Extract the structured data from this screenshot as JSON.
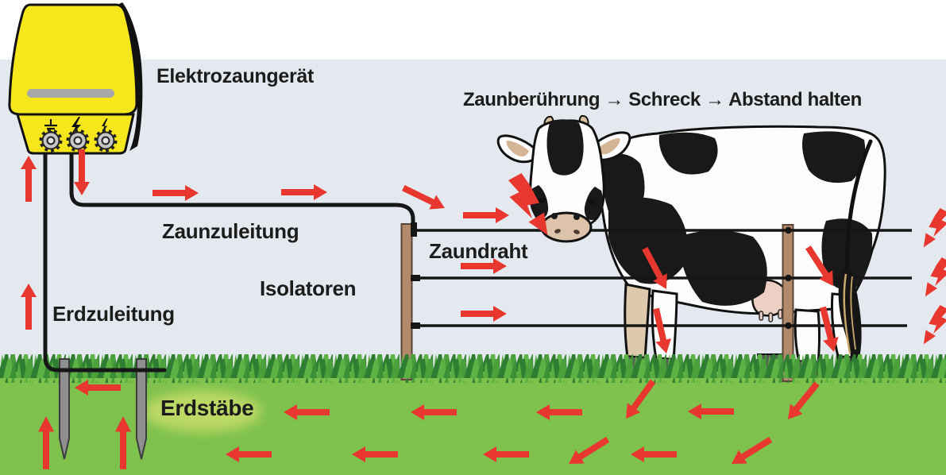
{
  "labels": {
    "device": "Elektrozaungerät",
    "reaction_chain": "Zaunberührung → Schreck → Abstand halten",
    "fence_lead": "Zaunzuleitung",
    "fence_wire": "Zaundraht",
    "insulators": "Isolatoren",
    "earth_lead": "Erdzuleitung",
    "earth_rods": "Erdstäbe"
  },
  "colors": {
    "arrow_red": "#e8372f",
    "device_yellow": "#f6e71c",
    "sky_blue": "#e4e9ef",
    "grass_green": "#7fc14d",
    "grass_dark": "#2f7d33",
    "post_brown": "#b48a6d",
    "wire_black": "#161616",
    "text": "#1c1c1a"
  },
  "icons": {
    "earth_terminal": "ground-symbol",
    "fence_terminal": "lightning-bolt",
    "test_terminal": "lightning-bolt-thin",
    "shock": "lightning-bolt-arrow",
    "current_flow": "red-arrow"
  }
}
